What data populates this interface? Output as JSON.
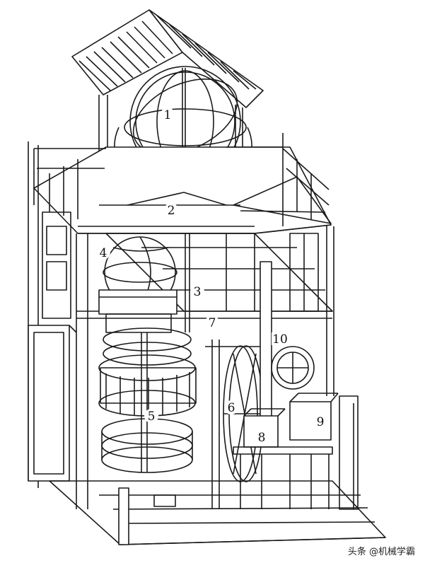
{
  "figure": {
    "labels": [
      "1",
      "2",
      "3",
      "4",
      "5",
      "6",
      "7",
      "8",
      "9",
      "10"
    ]
  },
  "watermark": {
    "text": "头条 @机械学霸"
  }
}
